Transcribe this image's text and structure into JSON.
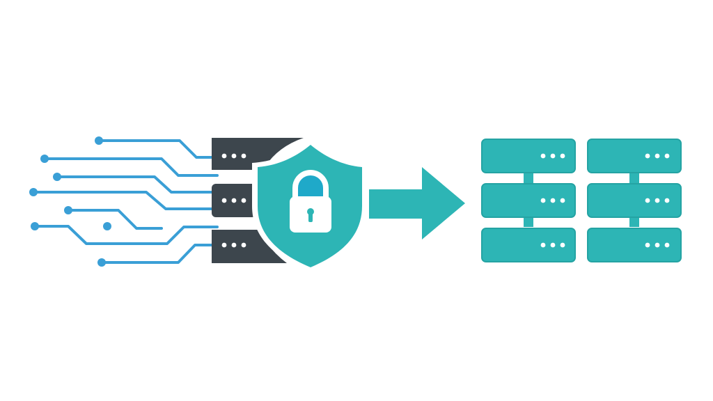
{
  "colors": {
    "background": "#ffffff",
    "circuit": "#3a9fd6",
    "dark_server": "#3d464d",
    "teal": "#2db5b5",
    "teal_stroke": "#24a3a3",
    "lock_white": "#ffffff",
    "lock_shackle_fill": "#1fa9c9",
    "dot_white": "#ffffff"
  },
  "icons": {
    "circuit_lines": "circuit-lines-icon",
    "source_server": "server-stack-icon",
    "shield": "shield-icon",
    "lock": "padlock-icon",
    "arrow": "arrow-right-icon",
    "destination_servers": "server-stack-icon"
  },
  "diagram": {
    "circuit_line_count": 8,
    "source_server_units": 3,
    "destination_server_stacks": 2,
    "destination_units_per_stack": 3
  }
}
